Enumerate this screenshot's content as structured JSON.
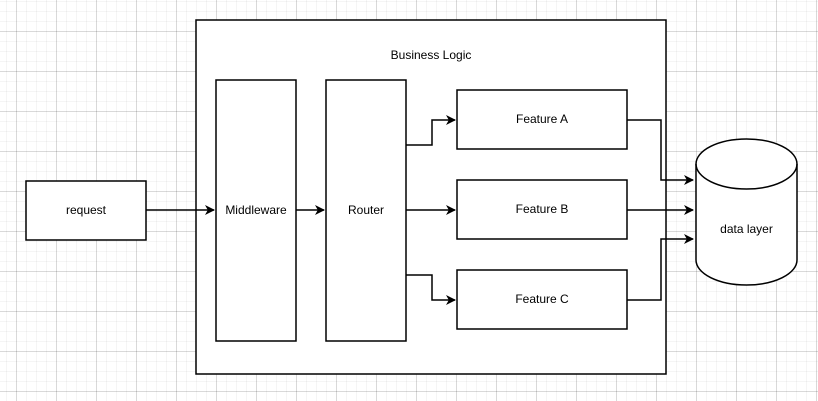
{
  "nodes": {
    "request": {
      "label": "request",
      "type": "rectangle"
    },
    "business_logic": {
      "label": "Business Logic",
      "type": "container"
    },
    "middleware": {
      "label": "Middleware",
      "type": "rectangle"
    },
    "router": {
      "label": "Router",
      "type": "rectangle"
    },
    "feature_a": {
      "label": "Feature A",
      "type": "rectangle"
    },
    "feature_b": {
      "label": "Feature B",
      "type": "rectangle"
    },
    "feature_c": {
      "label": "Feature C",
      "type": "rectangle"
    },
    "data_layer": {
      "label": "data layer",
      "type": "cylinder"
    }
  },
  "edges": [
    {
      "from": "request",
      "to": "middleware",
      "style": "arrow"
    },
    {
      "from": "middleware",
      "to": "router",
      "style": "arrow"
    },
    {
      "from": "router",
      "to": "feature_a",
      "style": "arrow"
    },
    {
      "from": "router",
      "to": "feature_b",
      "style": "arrow"
    },
    {
      "from": "router",
      "to": "feature_c",
      "style": "arrow"
    },
    {
      "from": "feature_a",
      "to": "data_layer",
      "style": "arrow"
    },
    {
      "from": "feature_b",
      "to": "data_layer",
      "style": "arrow"
    },
    {
      "from": "feature_c",
      "to": "data_layer",
      "style": "arrow"
    }
  ],
  "colors": {
    "stroke": "#000000",
    "shape_fill": "#ffffff",
    "text": "#000000",
    "background": "#ffffff",
    "grid_minor": "#f5f5f6",
    "grid_major": "#e2e2e2"
  }
}
